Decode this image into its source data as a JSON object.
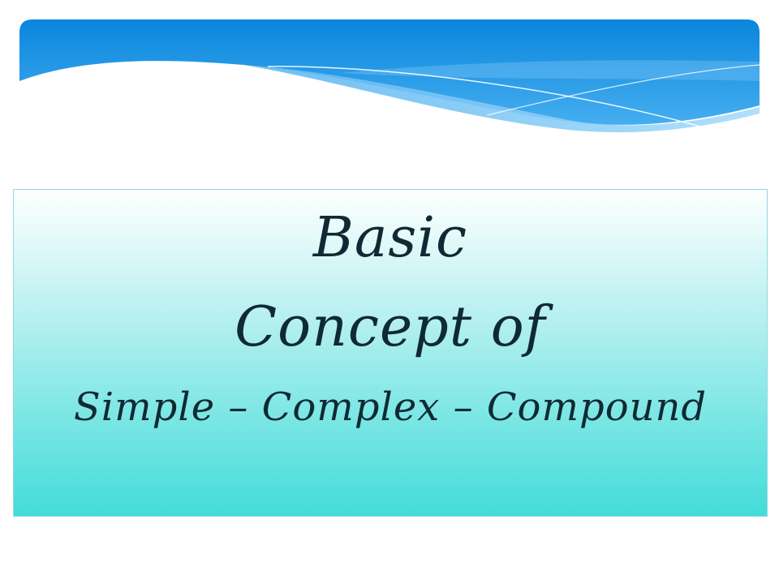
{
  "slide": {
    "title_line_1": "Basic",
    "title_line_2": "Concept of",
    "title_line_3": "Simple – Complex – Compound"
  },
  "colors": {
    "banner_blue": "#1a8fe0",
    "banner_light": "#7fc6f5",
    "box_top": "#ffffff",
    "box_bottom": "#43dcd9",
    "text": "#0f2a33"
  }
}
